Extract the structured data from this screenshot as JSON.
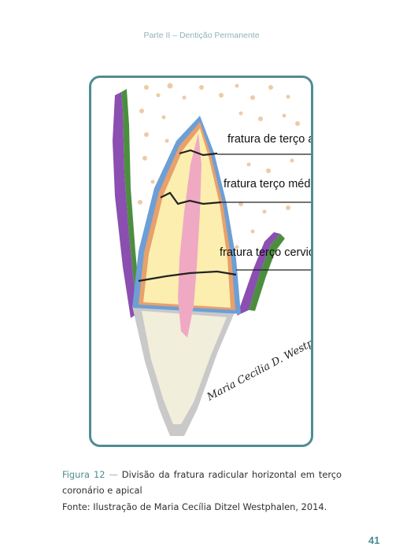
{
  "header": {
    "text": "Parte II – Dentição Permanente"
  },
  "figure": {
    "labels": {
      "apical": "fratura de terço apical",
      "medio": "fratura terço médio",
      "cervical": "fratura terço cervical"
    },
    "signature": "Maria Cecilia D. Westphalen"
  },
  "caption": {
    "label": "Figura 12",
    "dash": "—",
    "text": "Divisão da fratura radicular horizontal em terço coronário e apical",
    "source": "Fonte: Ilustração de Maria Cecília Ditzel Westphalen, 2014."
  },
  "page_number": "41"
}
